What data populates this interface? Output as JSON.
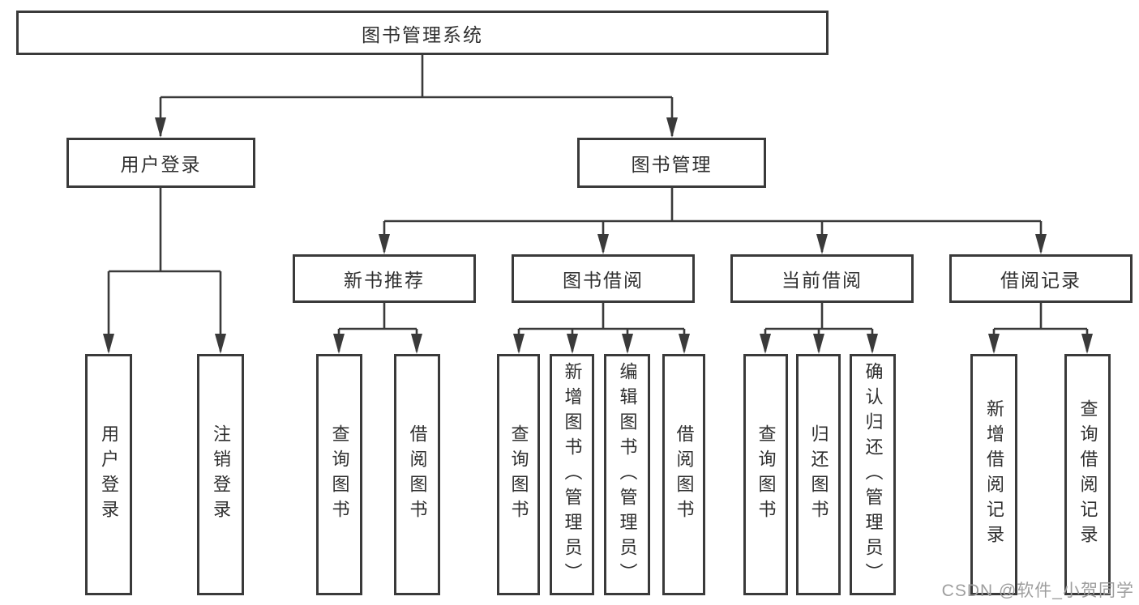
{
  "diagram": {
    "title": "图书管理系统",
    "watermark": "CSDN @软件_小贺同学",
    "colors": {
      "line": "#3a3a3a",
      "box_border": "#3a3a3a",
      "box_fill": "#ffffff",
      "text": "#2f2f2f",
      "watermark": "#9e9e9e",
      "background": "#ffffff"
    },
    "tree": {
      "label": "图书管理系统",
      "children": [
        {
          "label": "用户登录",
          "children": [
            {
              "label": "用户登录"
            },
            {
              "label": "注销登录"
            }
          ]
        },
        {
          "label": "图书管理",
          "children": [
            {
              "label": "新书推荐",
              "children": [
                {
                  "label": "查询图书"
                },
                {
                  "label": "借阅图书"
                }
              ]
            },
            {
              "label": "图书借阅",
              "children": [
                {
                  "label": "查询图书"
                },
                {
                  "label": "新增图书（管理员）"
                },
                {
                  "label": "编辑图书（管理员）"
                },
                {
                  "label": "借阅图书"
                }
              ]
            },
            {
              "label": "当前借阅",
              "children": [
                {
                  "label": "查询图书"
                },
                {
                  "label": "归还图书"
                },
                {
                  "label": "确认归还（管理员）"
                }
              ]
            },
            {
              "label": "借阅记录",
              "children": [
                {
                  "label": "新增借阅记录"
                },
                {
                  "label": "查询借阅记录"
                }
              ]
            }
          ]
        }
      ]
    }
  }
}
